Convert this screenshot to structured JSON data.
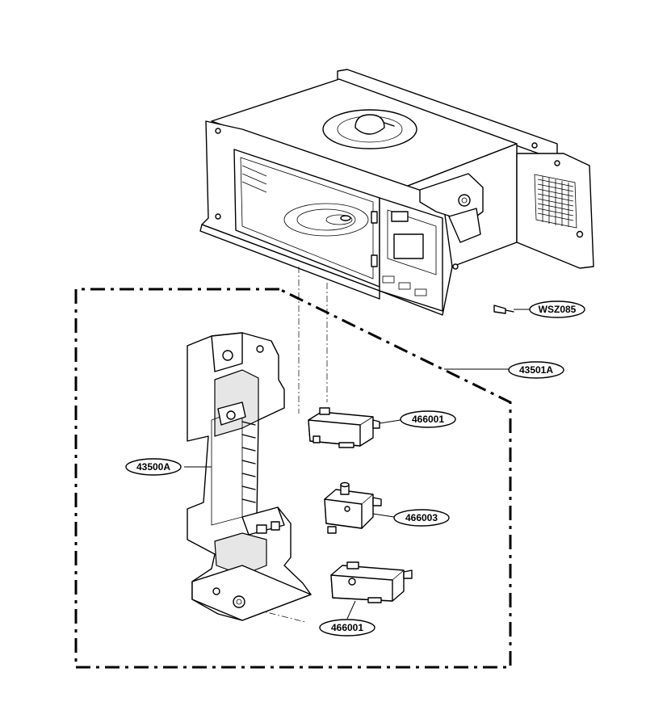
{
  "parts": [
    {
      "id": "p-wsz085",
      "text": "WSZ085"
    },
    {
      "id": "p-43501a",
      "text": "43501A"
    },
    {
      "id": "p-466001-a",
      "text": "466001"
    },
    {
      "id": "p-43500a",
      "text": "43500A"
    },
    {
      "id": "p-466003",
      "text": "466003"
    },
    {
      "id": "p-466001-b",
      "text": "466001"
    }
  ]
}
